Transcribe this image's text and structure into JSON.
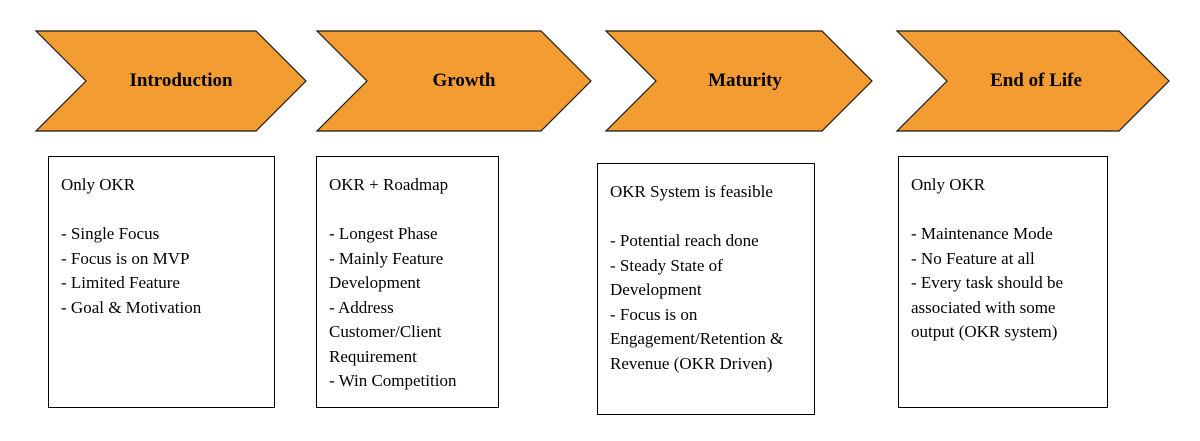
{
  "colors": {
    "chevron_fill": "#f39c32",
    "chevron_stroke": "#1a1a1a",
    "box_border": "#000000"
  },
  "stages": [
    {
      "label": "Introduction",
      "box_title": "Only OKR",
      "items": [
        "- Single Focus",
        "- Focus is on MVP",
        "- Limited Feature",
        "- Goal & Motivation"
      ]
    },
    {
      "label": "Growth",
      "box_title": "OKR + Roadmap",
      "items": [
        "- Longest Phase",
        "- Mainly Feature Development",
        "- Address Customer/Client Requirement",
        "- Win Competition"
      ]
    },
    {
      "label": "Maturity",
      "box_title": "OKR System is feasible",
      "items": [
        "- Potential reach done",
        "- Steady State of Development",
        "- Focus is on Engagement/Retention & Revenue  (OKR Driven)"
      ]
    },
    {
      "label": "End of Life",
      "box_title": "Only OKR",
      "items": [
        "- Maintenance Mode",
        "- No Feature at all",
        "- Every task should be associated with some output (OKR system)"
      ]
    }
  ]
}
